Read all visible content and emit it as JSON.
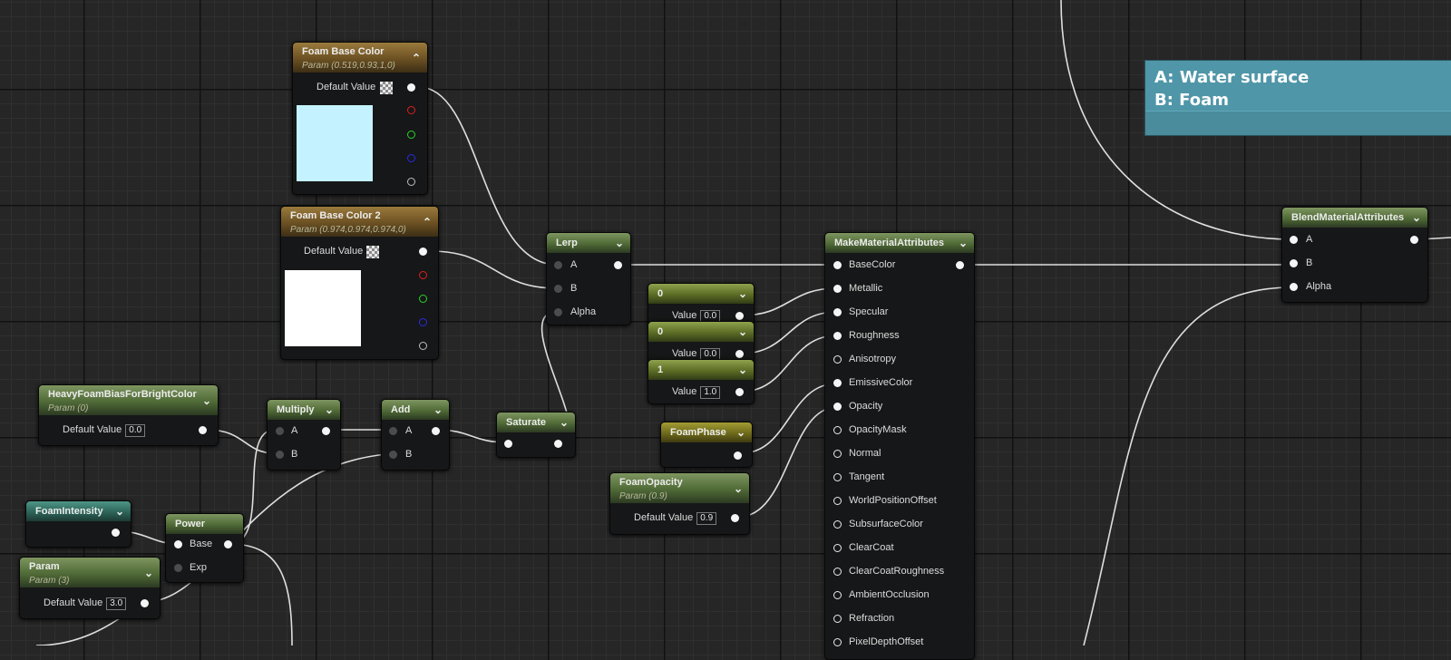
{
  "comment": {
    "line1": "A: Water surface",
    "line2": "B: Foam"
  },
  "nodes": {
    "foam_base_color": {
      "title": "Foam Base Color",
      "subtitle": "Param (0.519,0.93,1,0)",
      "default_label": "Default Value",
      "swatch": "#c4f3ff"
    },
    "foam_base_color_2": {
      "title": "Foam Base Color 2",
      "subtitle": "Param (0.974,0.974,0.974,0)",
      "default_label": "Default Value",
      "swatch": "#ffffff"
    },
    "lerp": {
      "title": "Lerp",
      "pin_a": "A",
      "pin_b": "B",
      "pin_alpha": "Alpha"
    },
    "const0a": {
      "title": "0",
      "value_label": "Value",
      "value": "0.0"
    },
    "const0b": {
      "title": "0",
      "value_label": "Value",
      "value": "0.0"
    },
    "const1": {
      "title": "1",
      "value_label": "Value",
      "value": "1.0"
    },
    "foam_phase": {
      "title": "FoamPhase"
    },
    "foam_opacity": {
      "title": "FoamOpacity",
      "subtitle": "Param (0.9)",
      "default_label": "Default Value",
      "value": "0.9"
    },
    "heavy_foam": {
      "title": "HeavyFoamBiasForBrightColor",
      "subtitle": "Param (0)",
      "default_label": "Default Value",
      "value": "0.0"
    },
    "multiply": {
      "title": "Multiply",
      "pin_a": "A",
      "pin_b": "B"
    },
    "add": {
      "title": "Add",
      "pin_a": "A",
      "pin_b": "B"
    },
    "saturate": {
      "title": "Saturate"
    },
    "foam_intensity": {
      "title": "FoamIntensity"
    },
    "power": {
      "title": "Power",
      "pin_base": "Base",
      "pin_exp": "Exp"
    },
    "param3": {
      "title": "Param",
      "subtitle": "Param (3)",
      "default_label": "Default Value",
      "value": "3.0"
    },
    "make_material_attributes": {
      "title": "MakeMaterialAttributes",
      "pins": [
        "BaseColor",
        "Metallic",
        "Specular",
        "Roughness",
        "Anisotropy",
        "EmissiveColor",
        "Opacity",
        "OpacityMask",
        "Normal",
        "Tangent",
        "WorldPositionOffset",
        "SubsurfaceColor",
        "ClearCoat",
        "ClearCoatRoughness",
        "AmbientOcclusion",
        "Refraction",
        "PixelDepthOffset"
      ]
    },
    "blend_material_attributes": {
      "title": "BlendMaterialAttributes",
      "pin_a": "A",
      "pin_b": "B",
      "pin_alpha": "Alpha"
    }
  },
  "icons": {
    "collapse": "chevron-down-icon",
    "expand": "chevron-up-icon",
    "texture": "checker-preview-icon"
  }
}
